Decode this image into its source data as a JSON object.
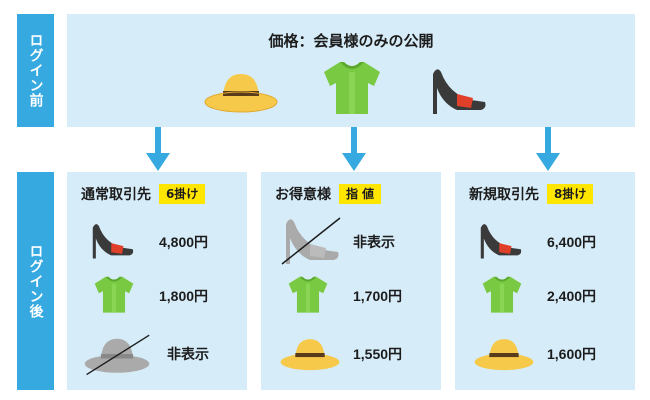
{
  "sidebar": {
    "before_login": "ログイン前",
    "after_login": "ログイン後"
  },
  "top": {
    "title": "価格：会員様のみの公開",
    "items": [
      "hat-icon",
      "shirt-icon",
      "heel-icon"
    ]
  },
  "columns": [
    {
      "title": "通常取引先",
      "badge": "6掛け",
      "rows": [
        {
          "icon": "heel-icon",
          "price": "4,800円",
          "hidden": false
        },
        {
          "icon": "shirt-icon",
          "price": "1,800円",
          "hidden": false
        },
        {
          "icon": "hat-icon",
          "price": "非表示",
          "hidden": true
        }
      ]
    },
    {
      "title": "お得意様",
      "badge": "指 値",
      "rows": [
        {
          "icon": "heel-icon",
          "price": "非表示",
          "hidden": true
        },
        {
          "icon": "shirt-icon",
          "price": "1,700円",
          "hidden": false
        },
        {
          "icon": "hat-icon",
          "price": "1,550円",
          "hidden": false
        }
      ]
    },
    {
      "title": "新規取引先",
      "badge": "8掛け",
      "rows": [
        {
          "icon": "heel-icon",
          "price": "6,400円",
          "hidden": false
        },
        {
          "icon": "shirt-icon",
          "price": "2,400円",
          "hidden": false
        },
        {
          "icon": "hat-icon",
          "price": "1,600円",
          "hidden": false
        }
      ]
    }
  ],
  "colors": {
    "accent_blue": "#35a9e0",
    "panel_bg": "#d6ecf8",
    "badge_yellow": "#ffe600",
    "shirt_green": "#7ac943",
    "hat_yellow": "#f7c94a",
    "shoe_dark": "#3a3a3a",
    "shoe_red": "#e0402a",
    "greyed": "#aaaaaa"
  }
}
